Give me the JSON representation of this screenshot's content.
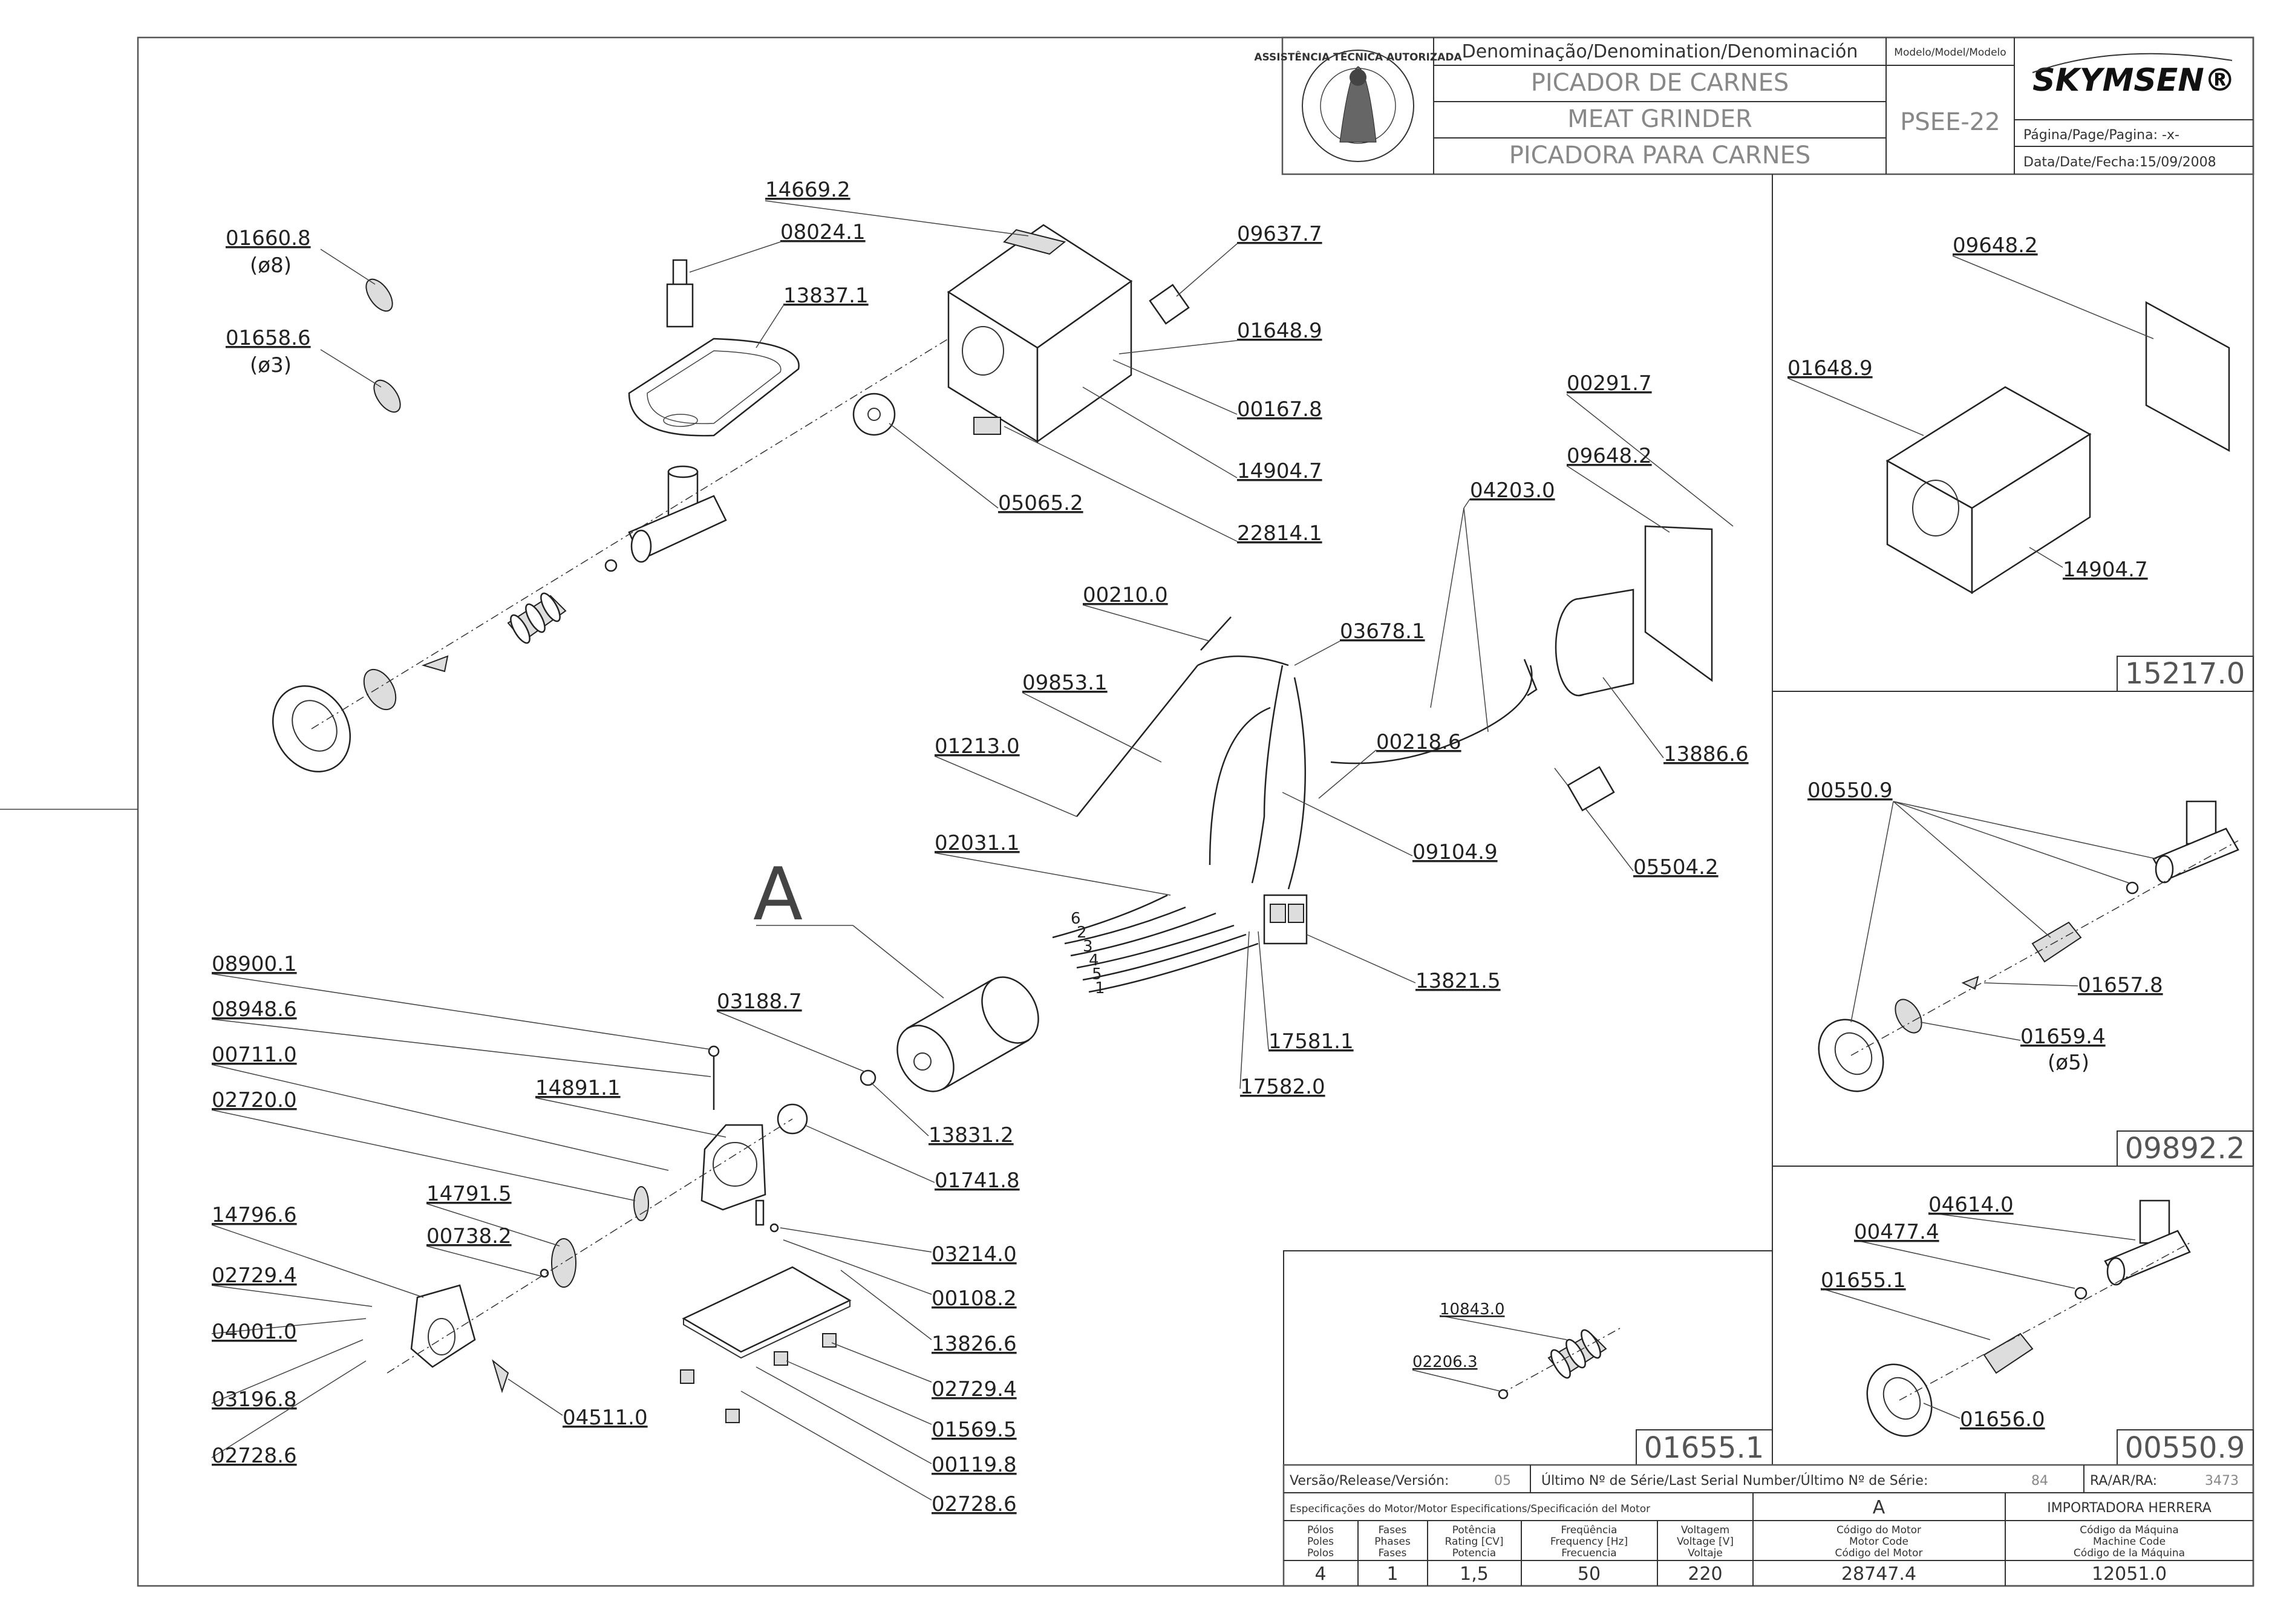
{
  "title_block": {
    "denomination_header": "Denominação/Denomination/Denominación",
    "model_header": "Modelo/Model/Modelo",
    "names": [
      "PICADOR DE CARNES",
      "MEAT GRINDER",
      "PICADORA PARA CARNES"
    ],
    "model": "PSEE-22",
    "brand": "SKYMSEN®",
    "page_label": "Página/Page/Pagina: -x-",
    "date_label": "Data/Date/Fecha:15/09/2008",
    "seal_text": "ASSISTÊNCIA TÉCNICA AUTORIZADA"
  },
  "bottom_block": {
    "release_label": "Versão/Release/Versión:",
    "release_value": "05",
    "serial_label": "Último Nº de Série/Last Serial Number/Último Nº de Série:",
    "serial_value": "84",
    "ra_label": "RA/AR/RA:",
    "ra_value": "3473",
    "motor_spec_label": "Especificações do Motor/Motor Especifications/Specificación del Motor",
    "motor_letter": "A",
    "importer": "IMPORTADORA HERRERA",
    "columns": [
      {
        "h1": "Pólos",
        "h2": "Poles",
        "h3": "Polos",
        "value": "4"
      },
      {
        "h1": "Fases",
        "h2": "Phases",
        "h3": "Fases",
        "value": "1"
      },
      {
        "h1": "Potência",
        "h2": "Rating [CV]",
        "h3": "Potencia",
        "value": "1,5"
      },
      {
        "h1": "Freqüência",
        "h2": "Frequency [Hz]",
        "h3": "Frecuencia",
        "value": "50"
      },
      {
        "h1": "Voltagem",
        "h2": "Voltage [V]",
        "h3": "Voltaje",
        "value": "220"
      },
      {
        "h1": "Código do Motor",
        "h2": "Motor Code",
        "h3": "Código del Motor",
        "value": "28747.4"
      },
      {
        "h1": "Código da Máquina",
        "h2": "Machine Code",
        "h3": "Código de la Máquina",
        "value": "12051.0"
      }
    ]
  },
  "labels": {
    "l01660_8": "01660.8",
    "l01660_8_d": "(ø8)",
    "l01658_6": "01658.6",
    "l01658_6_d": "(ø3)",
    "l14669_2": "14669.2",
    "l08024_1": "08024.1",
    "l13837_1": "13837.1",
    "l09637_7": "09637.7",
    "l01648_9": "01648.9",
    "l00167_8": "00167.8",
    "l14904_7": "14904.7",
    "l05065_2": "05065.2",
    "l22814_1": "22814.1",
    "l00291_7": "00291.7",
    "l09648_2": "09648.2",
    "l04203_0": "04203.0",
    "l00210_0": "00210.0",
    "l03678_1": "03678.1",
    "l09853_1": "09853.1",
    "l01213_0": "01213.0",
    "l00218_6": "00218.6",
    "l13886_6": "13886.6",
    "l09104_9": "09104.9",
    "l05504_2": "05504.2",
    "l02031_1": "02031.1",
    "letter_a": "A",
    "l08900_1": "08900.1",
    "l08948_6": "08948.6",
    "l00711_0": "00711.0",
    "l02720_0": "02720.0",
    "l03188_7": "03188.7",
    "l14891_1": "14891.1",
    "l13821_5": "13821.5",
    "l17581_1": "17581.1",
    "l17582_0": "17582.0",
    "l13831_2": "13831.2",
    "l01741_8": "01741.8",
    "l14791_5": "14791.5",
    "l00738_2": "00738.2",
    "l14796_6": "14796.6",
    "l02729_4a": "02729.4",
    "l04001_0": "04001.0",
    "l03196_8": "03196.8",
    "l02728_6a": "02728.6",
    "l04511_0": "04511.0",
    "l03214_0": "03214.0",
    "l00108_2": "00108.2",
    "l13826_6": "13826.6",
    "l02729_4b": "02729.4",
    "l01569_5": "01569.5",
    "l00119_8": "00119.8",
    "l02728_6b": "02728.6",
    "wire_nums": [
      "6",
      "2",
      "3",
      "4",
      "5",
      "1"
    ]
  },
  "box_15217": {
    "code": "15217.0",
    "l09648_2": "09648.2",
    "l01648_9": "01648.9",
    "l14904_7": "14904.7"
  },
  "box_09892": {
    "code": "09892.2",
    "l00550_9": "00550.9",
    "l01657_8": "01657.8",
    "l01659_4": "01659.4",
    "l01659_4_d": "(ø5)"
  },
  "box_00550": {
    "code": "00550.9",
    "l04614_0": "04614.0",
    "l00477_4": "00477.4",
    "l01655_1": "01655.1",
    "l01656_0": "01656.0"
  },
  "box_01655": {
    "code": "01655.1",
    "l10843_0": "10843.0",
    "l02206_3": "02206.3"
  }
}
